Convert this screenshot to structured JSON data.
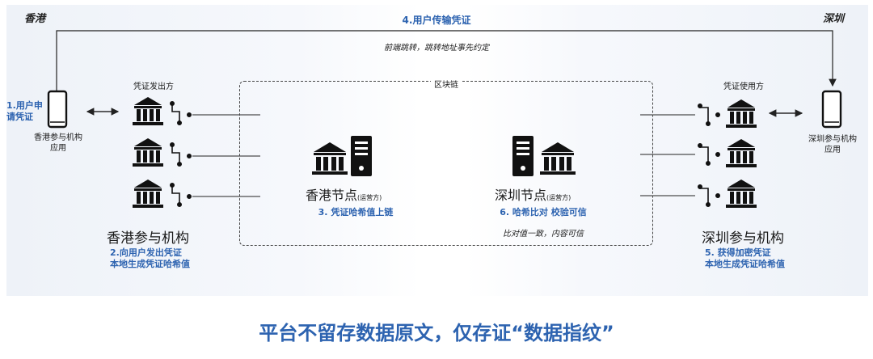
{
  "regions": {
    "left": "香港",
    "right": "深圳"
  },
  "top_flow": {
    "title": "4.用户传输凭证",
    "subtitle": "前端跳转，跳转地址事先约定"
  },
  "blockchain": {
    "label": "区块链"
  },
  "left": {
    "user_step_line1": "1.用户申",
    "user_step_line2": "请凭证",
    "app_line1": "香港参与机构",
    "app_line2": "应用",
    "issuer_label": "凭证发出方",
    "org_name": "香港参与机构",
    "step2_line1": "2.向用户发出凭证",
    "step2_line2": "本地生成凭证哈希值",
    "node_name": "香港节点",
    "node_role": "(运营方)",
    "step3": "3. 凭证哈希值上链"
  },
  "right": {
    "app_line1": "深圳参与机构",
    "app_line2": "应用",
    "user_label": "凭证使用方",
    "org_name": "深圳参与机构",
    "step5_line1": "5. 获得加密凭证",
    "step5_line2": "本地生成凭证哈希值",
    "node_name": "深圳节点",
    "node_role": "(运营方)",
    "step6": "6. 哈希比对 校验可信",
    "step6_note": "比对值一致，内容可信"
  },
  "footer": "平台不留存数据原文，仅存证“数据指纹”",
  "colors": {
    "accent": "#2d63b0",
    "icon": "#1a1a1a",
    "panel": "#eef2f8"
  }
}
